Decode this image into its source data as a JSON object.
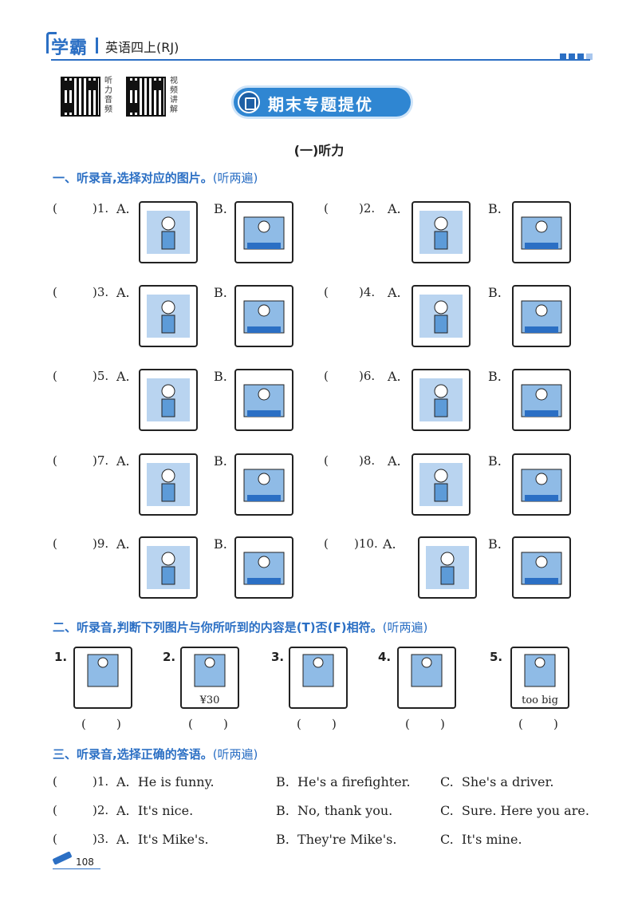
{
  "header": {
    "brand": "学霸",
    "book": "英语四上(RJ)"
  },
  "qr": [
    {
      "label": "听力音频"
    },
    {
      "label": "视频讲解"
    }
  ],
  "banner": {
    "title": "期末专题提优"
  },
  "subtitle": "(一)听力",
  "section1": {
    "title": "一、听录音,选择对应的图片。",
    "note": "(听两遍)",
    "items": [
      {
        "no": ")1.",
        "a": "A.",
        "b": "B."
      },
      {
        "no": ")2.",
        "a": "A.",
        "b": "B."
      },
      {
        "no": ")3.",
        "a": "A.",
        "b": "B."
      },
      {
        "no": ")4.",
        "a": "A.",
        "b": "B."
      },
      {
        "no": ")5.",
        "a": "A.",
        "b": "B."
      },
      {
        "no": ")6.",
        "a": "A.",
        "b": "B."
      },
      {
        "no": ")7.",
        "a": "A.",
        "b": "B."
      },
      {
        "no": ")8.",
        "a": "A.",
        "b": "B."
      },
      {
        "no": ")9.",
        "a": "A.",
        "b": "B."
      },
      {
        "no": ")10.",
        "a": "A.",
        "b": "B."
      }
    ]
  },
  "section2": {
    "title": "二、听录音,判断下列图片与你所听到的内容是(T)否(F)相符。",
    "note": "(听两遍)",
    "items": [
      {
        "no": "1.",
        "caption": ""
      },
      {
        "no": "2.",
        "caption": "¥30"
      },
      {
        "no": "3.",
        "caption": ""
      },
      {
        "no": "4.",
        "caption": ""
      },
      {
        "no": "5.",
        "caption": "too big"
      }
    ],
    "answer_blank": "(        )"
  },
  "section3": {
    "title": "三、听录音,选择正确的答语。",
    "note": "(听两遍)",
    "items": [
      {
        "no": ")1.",
        "a": "A.  He is funny.",
        "b": "B.  He's a firefighter.",
        "c": "C.  She's a driver."
      },
      {
        "no": ")2.",
        "a": "A.  It's nice.",
        "b": "B.  No, thank you.",
        "c": "C.  Sure. Here you are."
      },
      {
        "no": ")3.",
        "a": "A.  It's Mike's.",
        "b": "B.  They're Mike's.",
        "c": "C.  It's mine."
      }
    ]
  },
  "footer": {
    "page": "108"
  },
  "colors": {
    "accent": "#2b6fc4",
    "banner": "#2f86d2"
  }
}
